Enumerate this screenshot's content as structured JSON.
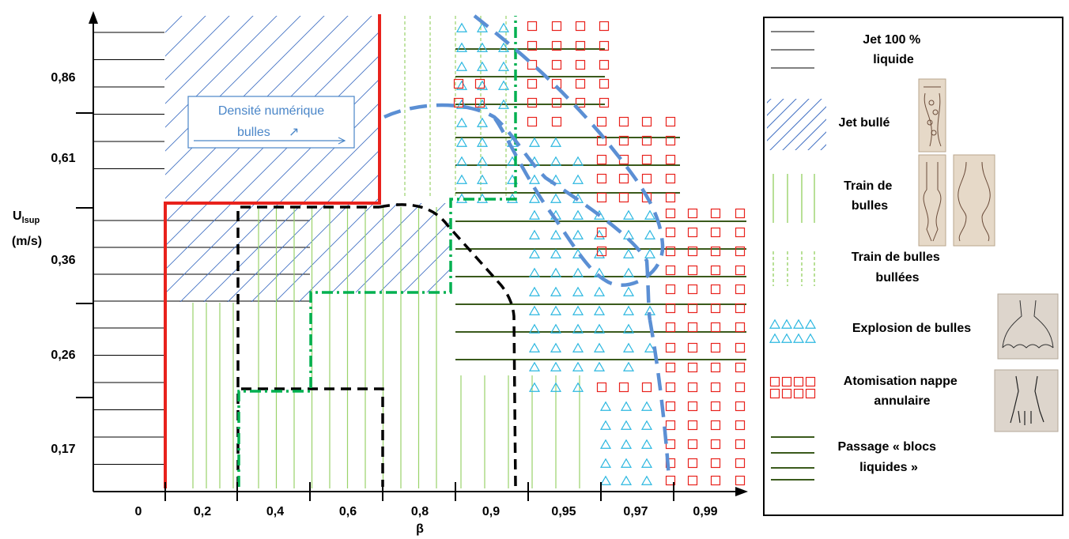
{
  "diagram": {
    "y_axis": {
      "label_main": "U",
      "label_sub": "lsup",
      "unit": "(m/s)",
      "ticks": [
        "0,86",
        "0,61",
        "0,36",
        "0,26",
        "0,17"
      ]
    },
    "x_axis": {
      "label": "β",
      "ticks": [
        "0",
        "0,2",
        "0,4",
        "0,6",
        "0,8",
        "0,9",
        "0,95",
        "0,97",
        "0,99"
      ]
    },
    "annotation": {
      "line1": "Densité numérique",
      "line2": "bulles",
      "arrow": "↗"
    },
    "colors": {
      "red": "#e8221c",
      "green_solid": "#9ad36a",
      "green_dash": "#00b050",
      "black": "#000000",
      "blue_dash": "#5b8fd4",
      "hatch": "#4472c4",
      "triangle": "#2bb7e0",
      "square": "#e8221c",
      "bloc": "#3a5a1c"
    }
  },
  "legend": {
    "items": [
      {
        "lines": [
          "Jet 100 %",
          "liquide"
        ],
        "symbol": "horizontal-lines"
      },
      {
        "lines": [
          "Jet bullé"
        ],
        "symbol": "diagonal-hatch"
      },
      {
        "lines": [
          "Train de",
          "bulles"
        ],
        "symbol": "vertical-lines"
      },
      {
        "lines": [
          "Train de bulles",
          "bullées"
        ],
        "symbol": "dashed-vertical-lines"
      },
      {
        "lines": [
          "Explosion de bulles"
        ],
        "symbol": "triangles"
      },
      {
        "lines": [
          "Atomisation nappe",
          "annulaire"
        ],
        "symbol": "squares"
      },
      {
        "lines": [
          "Passage « blocs",
          "liquides »"
        ],
        "symbol": "dark-green-lines"
      }
    ]
  }
}
